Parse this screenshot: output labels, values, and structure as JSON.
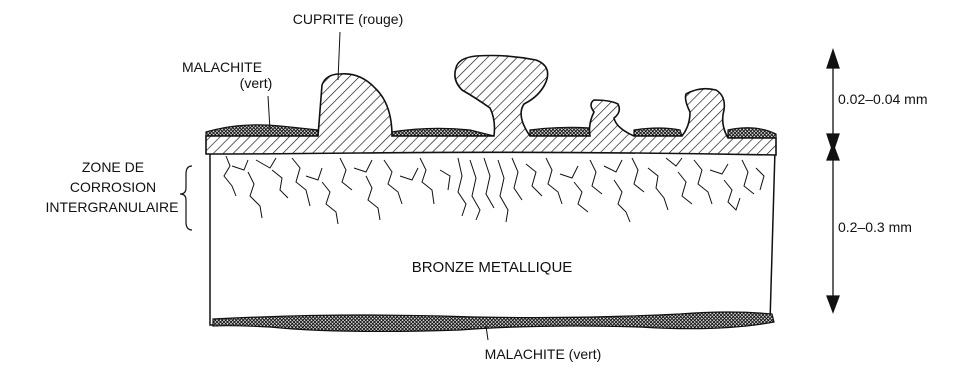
{
  "labels": {
    "cuprite": "CUPRITE (rouge)",
    "malachite_top_line1": "MALACHITE",
    "malachite_top_line2": "(vert)",
    "zone_line1": "ZONE DE",
    "zone_line2": "CORROSION",
    "zone_line3": "INTERGRANULAIRE",
    "bronze": "BRONZE METALLIQUE",
    "malachite_bottom": "MALACHITE (vert)"
  },
  "dimensions": {
    "outer_layer": "0.02–0.04 mm",
    "inner_layer": "0.2–0.3 mm"
  }
}
